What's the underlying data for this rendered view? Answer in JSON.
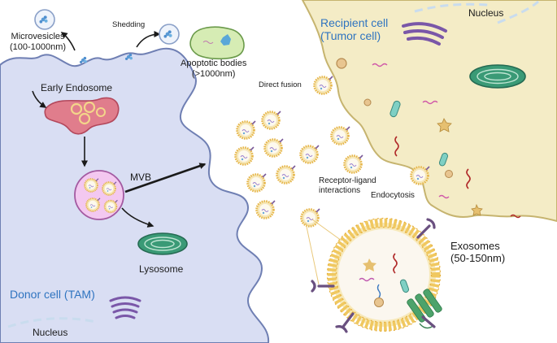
{
  "labels": {
    "microvesicles": "Microvesicles\n(100-1000nm)",
    "shedding": "Shedding",
    "apoptotic_bodies": "Apoptotic bodies\n(>1000nm)",
    "early_endosome": "Early Endosome",
    "mvb": "MVB",
    "lysosome": "Lysosome",
    "donor_cell": "Donor cell (TAM)",
    "donor_nucleus": "Nucleus",
    "direct_fusion": "Direct fusion",
    "recipient_cell": "Recipient cell\n(Tumor cell)",
    "recipient_nucleus": "Nucleus",
    "receptor_ligand": "Receptor-ligand\ninteractions",
    "endocytosis": "Endocytosis",
    "exosomes": "Exosomes\n(50-150nm)"
  },
  "colors": {
    "donor_cell_fill": "#d9def3",
    "donor_cell_stroke": "#6f7fb3",
    "recipient_cell_fill": "#f4ecc6",
    "recipient_cell_stroke": "#c6b46f",
    "endosome_fill": "#e07d8c",
    "mvb_fill": "#f3c8f0",
    "lysosome_fill": "#3a9a76",
    "golgi": "#7a57a8",
    "vesicle_membrane": "#f0c860",
    "label_blue": "#2f74c0"
  },
  "icons": [
    "arrow-icon",
    "golgi-icon",
    "mitochondrion-icon",
    "receptor-icon",
    "rna-strand-icon",
    "protein-icon"
  ]
}
